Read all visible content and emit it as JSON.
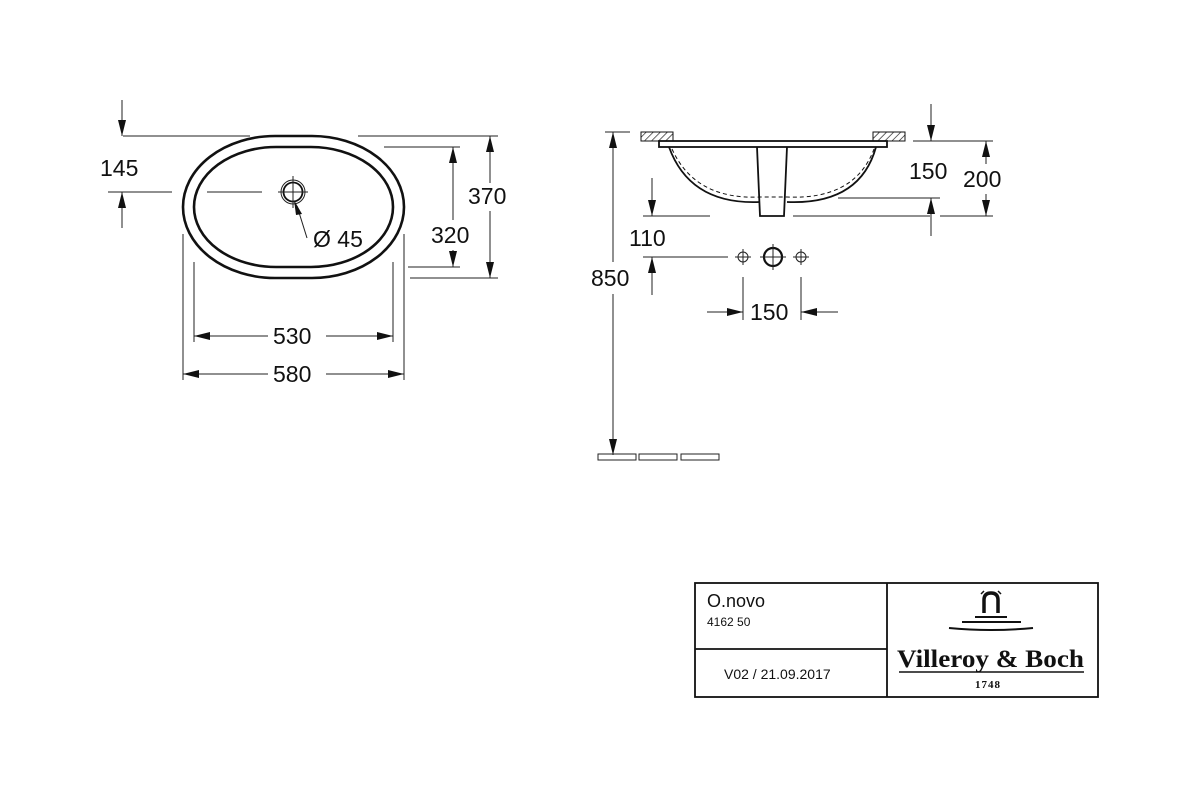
{
  "drawing": {
    "top_view": {
      "dim_offset_hole": "145",
      "dim_hole_diameter": "Ø 45",
      "dim_inner_depth": "320",
      "dim_outer_depth": "370",
      "dim_inner_width": "530",
      "dim_outer_width": "580"
    },
    "side_view": {
      "dim_basin_depth": "150",
      "dim_total_height": "200",
      "dim_tap_offset": "110",
      "dim_mount_height": "850",
      "dim_tap_spacing": "150"
    }
  },
  "title_block": {
    "product_name": "O.novo",
    "article_number": "4162 50",
    "version": "V02 / 21.09.2017",
    "brand_name": "Villeroy & Boch",
    "brand_year": "1748"
  }
}
